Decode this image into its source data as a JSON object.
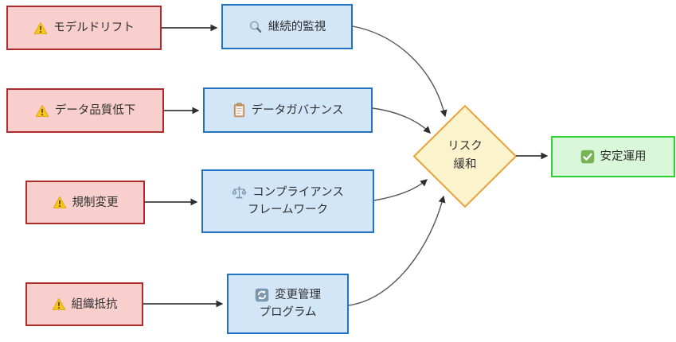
{
  "diagram": {
    "title": "risk-mitigation-flowchart",
    "risks": [
      {
        "label": "モデルドリフト",
        "icon": "warning-icon"
      },
      {
        "label": "データ品質低下",
        "icon": "warning-icon"
      },
      {
        "label": "規制変更",
        "icon": "warning-icon"
      },
      {
        "label": "組織抵抗",
        "icon": "warning-icon"
      }
    ],
    "mitigations": [
      {
        "lines": [
          "継続的監視",
          ""
        ],
        "icon": "magnifier-icon"
      },
      {
        "lines": [
          "データガバナンス",
          ""
        ],
        "icon": "clipboard-icon"
      },
      {
        "lines": [
          "コンプライアンス",
          "フレームワーク"
        ],
        "icon": "scales-icon"
      },
      {
        "lines": [
          "変更管理",
          "プログラム"
        ],
        "icon": "sync-icon"
      }
    ],
    "decision": {
      "lines": [
        "リスク",
        "緩和"
      ]
    },
    "outcome": {
      "label": "安定運用",
      "icon": "check-icon"
    },
    "colors": {
      "risk_fill": "#f9cfce",
      "risk_border": "#ae2b2b",
      "mitigation_fill": "#d3e6f8",
      "mitigation_border": "#2272c3",
      "decision_fill": "#faf3cc",
      "decision_border": "#e9a23b",
      "outcome_fill": "#d9f7d9",
      "outcome_border": "#2fd12f",
      "edge": "#555555",
      "text": "#2f2f2f"
    }
  }
}
